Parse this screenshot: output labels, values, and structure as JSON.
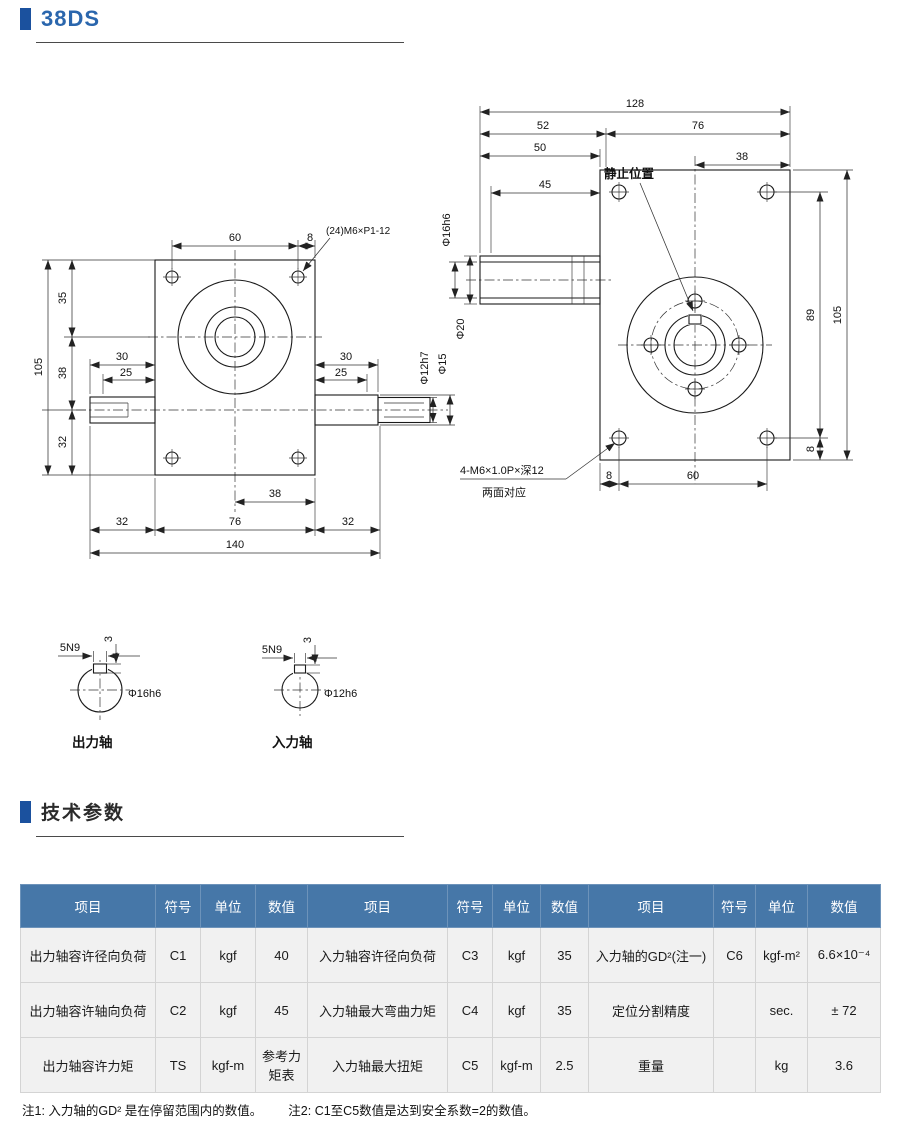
{
  "page": {
    "title": "38DS",
    "section_params_title": "技术参数",
    "note1": "注1: 入力轴的GD² 是在停留范围内的数值。",
    "note2": "注2: C1至C5数值是达到安全系数=2的数值。",
    "colors": {
      "accent": "#1b519e",
      "title_text": "#2a66ad",
      "table_header_bg": "#4677a8",
      "table_row_bg": "#f1f1f1"
    }
  },
  "front_view": {
    "top_60": "60",
    "top_8": "8",
    "thread_note": "(24)M6×P1-12",
    "left_35": "35",
    "left_38": "38",
    "left_32": "32",
    "left_105": "105",
    "left_shaft_30": "30",
    "left_shaft_25": "25",
    "right_shaft_30": "30",
    "right_shaft_25": "25",
    "phi_12h7": "Φ12h7",
    "phi_15": "Φ15",
    "bottom_38": "38",
    "bottom_32_left": "32",
    "bottom_76": "76",
    "bottom_32_right": "32",
    "bottom_140": "140"
  },
  "side_view": {
    "top_128": "128",
    "top_52": "52",
    "top_76": "76",
    "top_50": "50",
    "top_45": "45",
    "top_38": "38",
    "rest_position_label": "静止位置",
    "phi_16h6": "Φ16h6",
    "phi_20": "Φ20",
    "right_89": "89",
    "right_105": "105",
    "right_8": "8",
    "bottom_8": "8",
    "bottom_60": "60",
    "bolt_note_line1": "4-M6×1.0P×深12",
    "bolt_note_line2": "两面对应"
  },
  "shaft_details": {
    "output": {
      "keyway": "5N9",
      "depth": "3",
      "diameter": "Φ16h6",
      "label": "出力轴"
    },
    "input": {
      "keyway": "5N9",
      "depth": "3",
      "diameter": "Φ12h6",
      "label": "入力轴"
    }
  },
  "table": {
    "headers": [
      "项目",
      "符号",
      "单位",
      "数值",
      "项目",
      "符号",
      "单位",
      "数值",
      "项目",
      "符号",
      "单位",
      "数值"
    ],
    "rows": [
      [
        "出力轴容许径向负荷",
        "C1",
        "kgf",
        "40",
        "入力轴容许径向负荷",
        "C3",
        "kgf",
        "35",
        "入力轴的GD²(注一)",
        "C6",
        "kgf-m²",
        "6.6×10⁻⁴"
      ],
      [
        "出力轴容许轴向负荷",
        "C2",
        "kgf",
        "45",
        "入力轴最大弯曲力矩",
        "C4",
        "kgf",
        "35",
        "定位分割精度",
        "",
        "sec.",
        "± 72"
      ],
      [
        "出力轴容许力矩",
        "TS",
        "kgf-m",
        "参考力矩表",
        "入力轴最大扭矩",
        "C5",
        "kgf-m",
        "2.5",
        "重量",
        "",
        "kg",
        "3.6"
      ]
    ]
  }
}
